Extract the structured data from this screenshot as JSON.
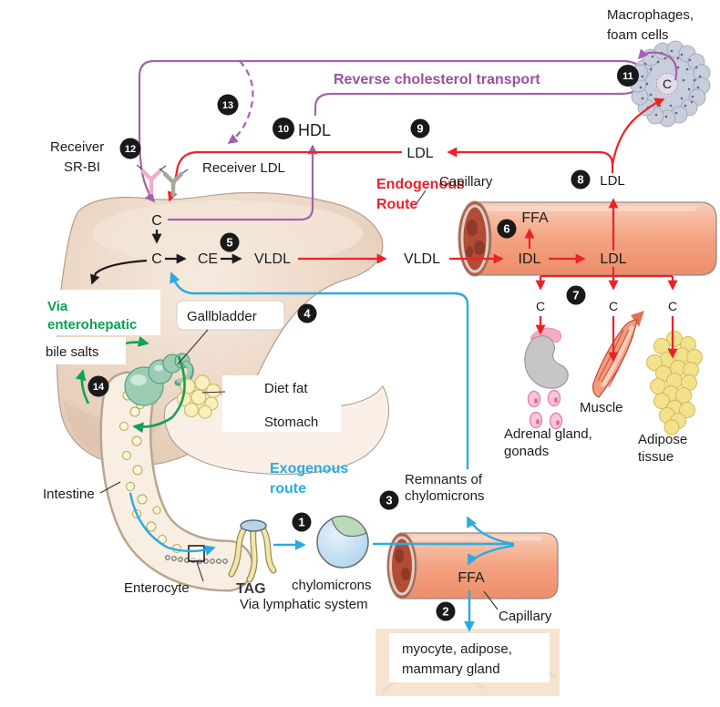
{
  "colors": {
    "red": "#ec2227",
    "purple": "#a263ab",
    "blue": "#29abe2",
    "green": "#12a155",
    "text": "#1c1c1c"
  },
  "labels": {
    "mac1": "Macrophages,",
    "mac2": "foam cells",
    "reverse": "Reverse cholesterol transport",
    "hdl": "HDL",
    "ldl": "LDL",
    "idl": "IDL",
    "vldl": "VLDL",
    "ce": "CE",
    "c": "C",
    "ffa": "FFA",
    "capillary": "Capillary",
    "receiver1": "Receiver",
    "receiver2": "SR-BI",
    "receiver_ldl": "Receiver LDL",
    "endo1": "Endogenous",
    "endo2": "Route",
    "exo1": "Exogenous",
    "exo2": "route",
    "via1": "Via",
    "via2": "enterohepatic",
    "bile_salts": "bile salts",
    "gallbladder": "Gallbladder",
    "diet_fat": "Diet fat",
    "stomach": "Stomach",
    "intestine": "Intestine",
    "enterocyte": "Enterocyte",
    "tag": "TAG",
    "chylomicrons": "chylomicrons",
    "lymphatic": "Via lymphatic system",
    "remnants1": "Remnants of",
    "remnants2": "chylomicrons",
    "myocyte1": "myocyte, adipose,",
    "myocyte2": "mammary gland",
    "adrenal1": "Adrenal gland,",
    "adrenal2": "gonads",
    "muscle": "Muscle",
    "adipose1": "Adipose",
    "adipose2": "tissue"
  },
  "badges": [
    "1",
    "2",
    "3",
    "4",
    "5",
    "6",
    "7",
    "8",
    "9",
    "10",
    "11",
    "12",
    "13",
    "14"
  ]
}
